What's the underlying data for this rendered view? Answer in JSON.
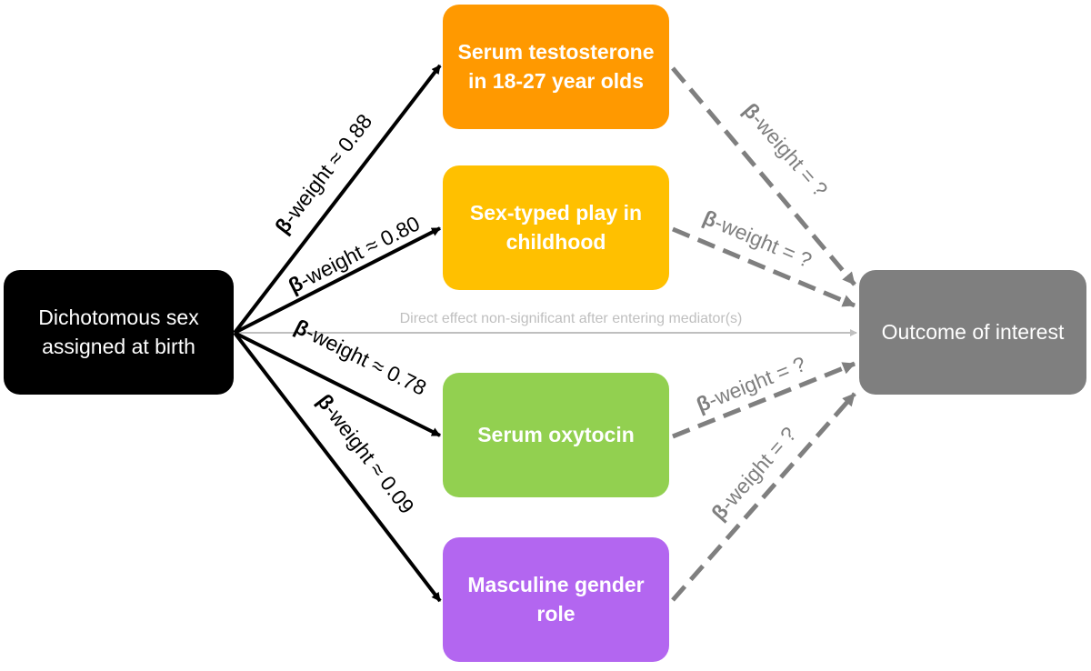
{
  "nodes": {
    "sex": "Dichotomous sex assigned at birth",
    "testosterone": "Serum testosterone in 18-27 year olds",
    "play": "Sex-typed play in childhood",
    "oxytocin": "Serum oxytocin",
    "masculine": "Masculine gender role",
    "outcome": "Outcome of interest"
  },
  "edges": {
    "testosterone": {
      "beta": "β",
      "rest": "-weight ≈ 0.88"
    },
    "play": {
      "beta": "β",
      "rest": "-weight ≈ 0.80"
    },
    "oxytocin": {
      "beta": "β",
      "rest": "-weight ≈ 0.78"
    },
    "masculine": {
      "beta": "β",
      "rest": "-weight ≈ 0.09"
    },
    "direct": "Direct effect non-significant after entering mediator(s)"
  },
  "outcome_edges": {
    "testosterone": {
      "beta": "β",
      "rest": "-weight = ?"
    },
    "play": {
      "beta": "β",
      "rest": "-weight = ?"
    },
    "oxytocin": {
      "beta": "β",
      "rest": "-weight = ?"
    },
    "masculine": {
      "beta": "β",
      "rest": "-weight = ?"
    }
  },
  "colors": {
    "sex": "#000000",
    "testosterone": "#ff9900",
    "play": "#ffc000",
    "oxytocin": "#92d050",
    "masculine": "#b366f0",
    "outcome": "#7f7f7f",
    "dashed_arrow": "#7f7f7f",
    "direct_arrow": "#bfbfbf"
  }
}
